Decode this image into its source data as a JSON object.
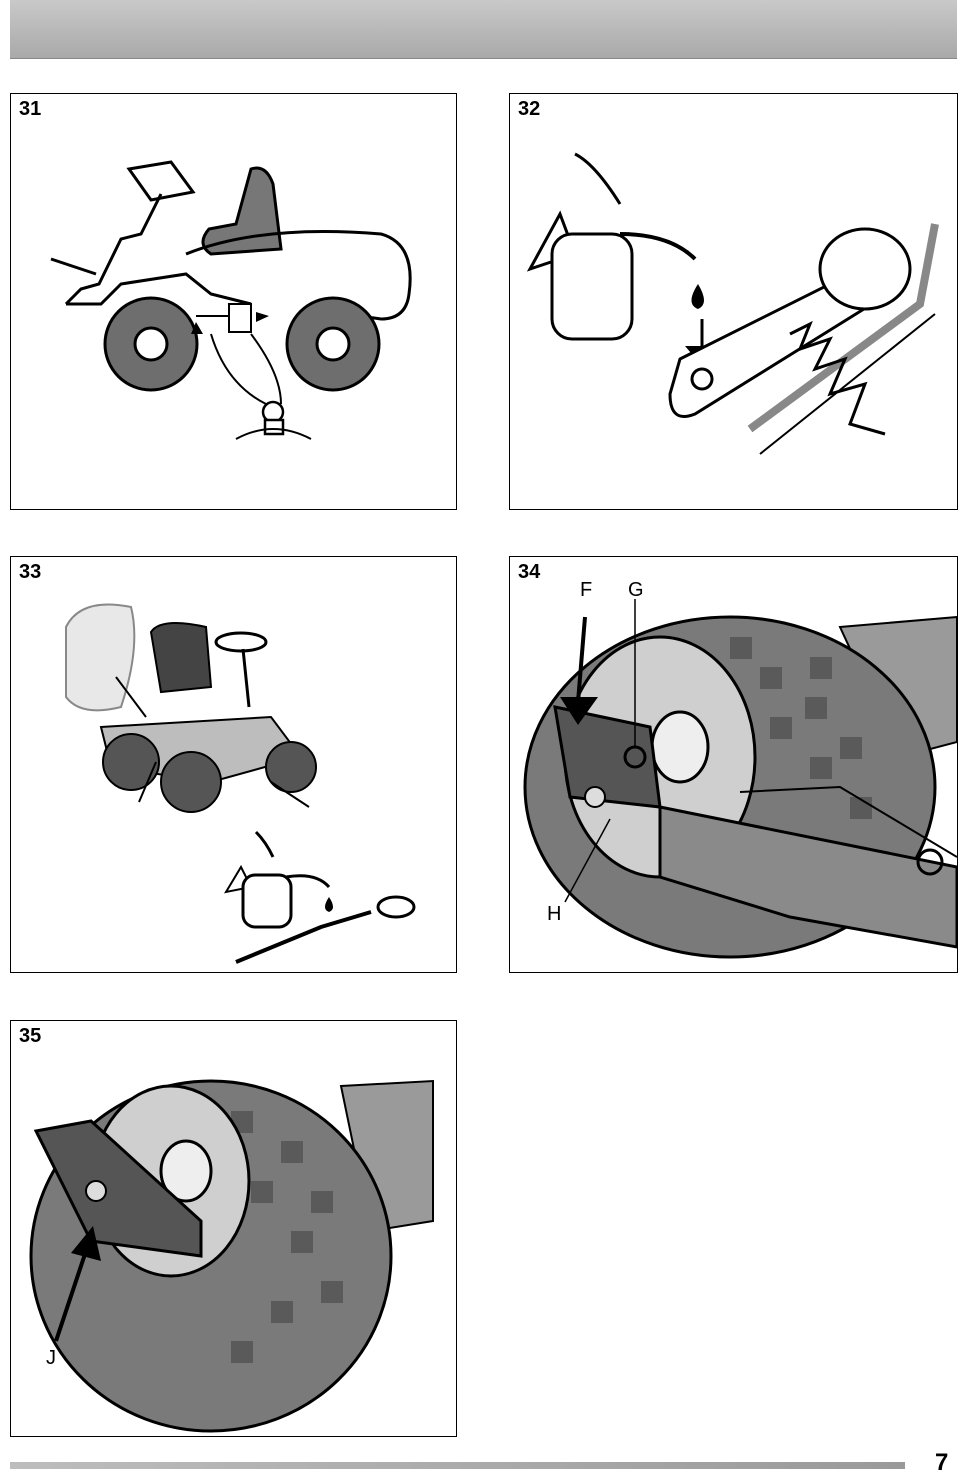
{
  "figures": [
    {
      "number": "31",
      "labels": []
    },
    {
      "number": "32",
      "labels": []
    },
    {
      "number": "33",
      "labels": []
    },
    {
      "number": "34",
      "labels": [
        "F",
        "G",
        "H"
      ]
    },
    {
      "number": "35",
      "labels": [
        "J"
      ]
    }
  ],
  "footer": {
    "page_number": "7"
  },
  "illustrations": {
    "fig31": "ride-on-mower-lubrication-points",
    "fig32": "oil-can-lubricating-tension-arm",
    "fig33": "mower-cable-lubrication",
    "fig34": "rear-hitch-pin-and-clip",
    "fig35": "hitch-mount-on-wheel"
  }
}
